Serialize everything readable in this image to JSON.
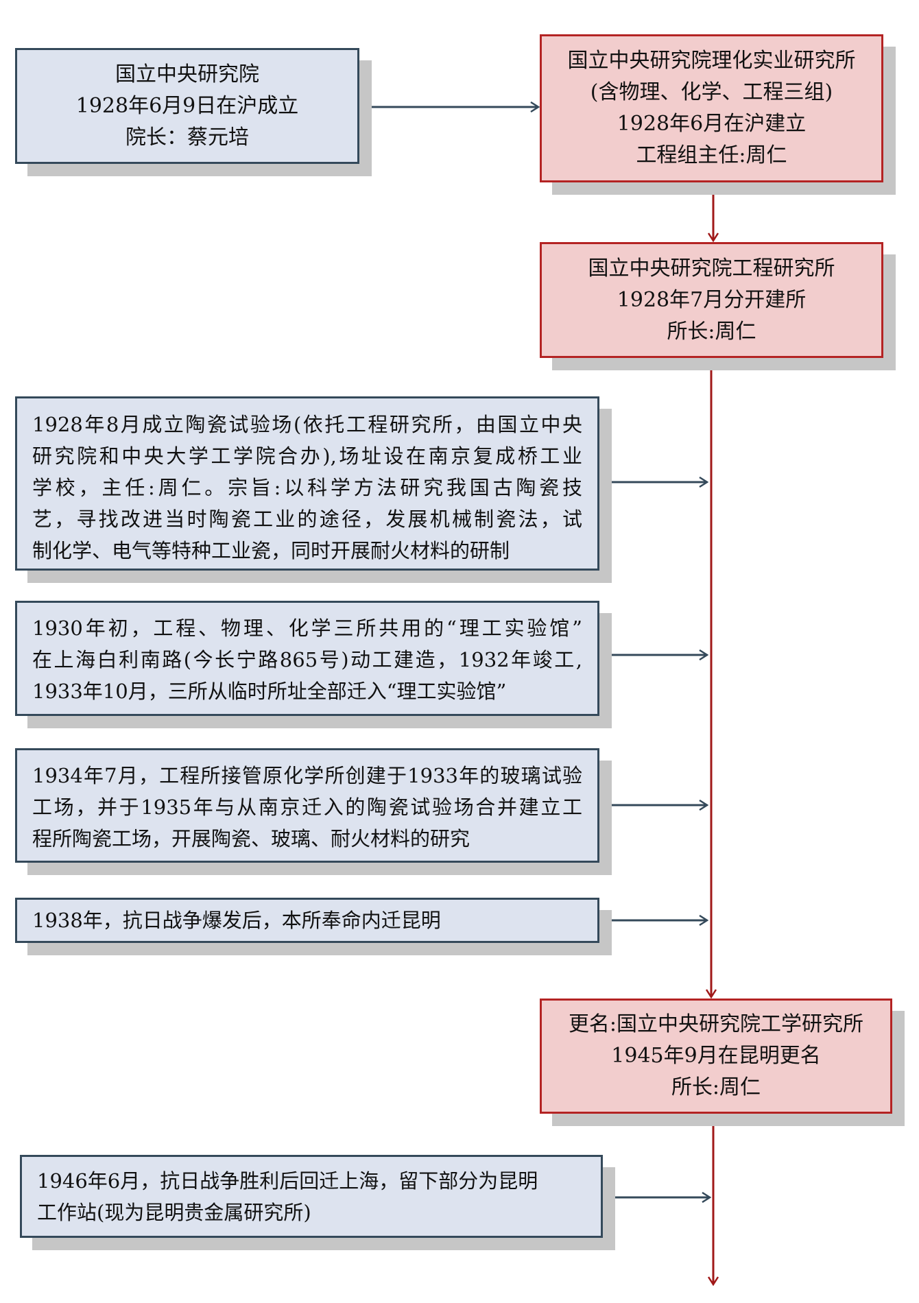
{
  "nodes": {
    "academy": {
      "lines": [
        "国立中央研究院",
        "1928年6月9日在沪成立",
        "院长：蔡元培"
      ]
    },
    "physchem_institute": {
      "lines": [
        "国立中央研究院理化实业研究所",
        "(含物理、化学、工程三组)",
        "1928年6月在沪建立",
        "工程组主任:周仁"
      ]
    },
    "engineering_institute": {
      "lines": [
        "国立中央研究院工程研究所",
        "1928年7月分开建所",
        "所长:周仁"
      ]
    },
    "renamed_institute": {
      "lines": [
        "更名:国立中央研究院工学研究所",
        "1945年9月在昆明更名",
        "所长:周仁"
      ]
    }
  },
  "events": [
    {
      "lines": [
        "1928年8月成立陶瓷试验场(依托工程研究所，由国立中央",
        "研究院和中央大学工学院合办),场址设在南京复成桥工业",
        "学校，主任:周仁。宗旨:以科学方法研究我国古陶瓷技",
        "艺，寻找改进当时陶瓷工业的途径，发展机械制瓷法，试",
        "制化学、电气等特种工业瓷，同时开展耐火材料的研制"
      ]
    },
    {
      "lines": [
        "1930年初，工程、物理、化学三所共用的“理工实验馆”",
        "在上海白利南路(今长宁路865号)动工建造，1932年竣工,",
        "1933年10月，三所从临时所址全部迁入“理工实验馆”"
      ]
    },
    {
      "lines": [
        "1934年7月，工程所接管原化学所创建于1933年的玻璃试验",
        "工场，并于1935年与从南京迁入的陶瓷试验场合并建立工",
        "程所陶瓷工场，开展陶瓷、玻璃、耐火材料的研究"
      ]
    },
    {
      "lines": [
        "1938年，抗日战争爆发后，本所奉命内迁昆明"
      ]
    },
    {
      "lines": [
        "1946年6月，抗日战争胜利后回迁上海，留下部分为昆明",
        "工作站(现为昆明贵金属研究所)"
      ]
    }
  ],
  "colors": {
    "blue_fill": "#dde3ef",
    "blue_border": "#34495a",
    "red_fill": "#f2cdcd",
    "red_border": "#b42323",
    "shadow": "#c6c6c6"
  }
}
